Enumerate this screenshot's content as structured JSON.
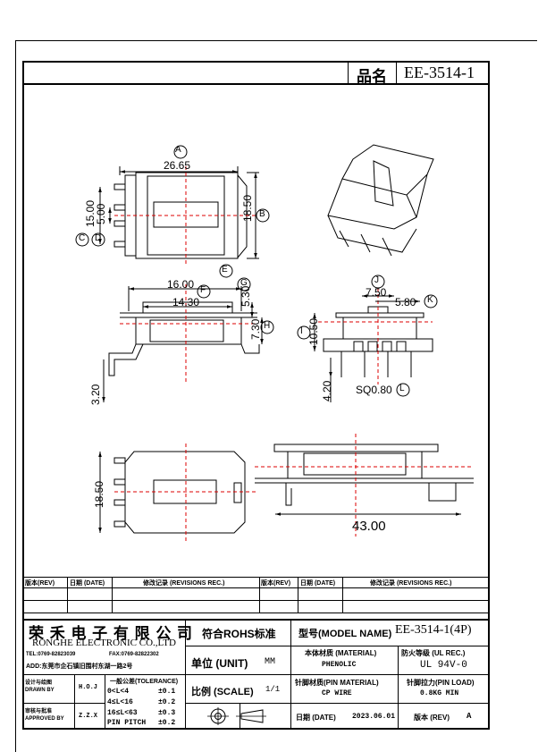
{
  "header": {
    "part_label": "品名",
    "part_number": "EE-3514-1"
  },
  "drawing": {
    "top_view": {
      "label_a": "A",
      "width": "26.65",
      "label_b": "B",
      "height": "18.50",
      "label_c": "C",
      "dim_c": "15.00",
      "label_d": "D",
      "dim_d": "5.00"
    },
    "front_view": {
      "label_e": "E",
      "dim_e": "16.00",
      "label_f": "F",
      "dim_f": "14.30",
      "label_g": "G",
      "dim_g": "5.30",
      "label_h": "H",
      "dim_h": "7.30",
      "dim_pin": "3.20"
    },
    "side_view": {
      "label_j": "J",
      "dim_j": "7.50",
      "label_k": "K",
      "dim_k": "5.80",
      "label_i": "I",
      "dim_i": "10.50",
      "dim_pin": "4.20",
      "pin_sq": "SQ0.80",
      "label_l": "L"
    },
    "bottom_view": {
      "height": "18.50"
    },
    "base_view": {
      "width": "43.00"
    }
  },
  "revisions": {
    "cols": [
      "版本(REV)",
      "日期 (DATE)",
      "修改记录 (REVISIONS REC.)",
      "版本(REV)",
      "日期 (DATE)",
      "修改记录 (REVISIONS REC.)"
    ]
  },
  "title_block": {
    "company_cn": "荣 禾 电 子 有 限 公 司",
    "company_en": "RONGHE ELECTRONIC CO.,LTD",
    "tel": "TEL:0769-82823039",
    "fax": "FAX:0769-82822302",
    "address": "ADD:东莞市企石镇旧围村东湖一路2号",
    "rohs": "符合ROHS标准",
    "model_label": "型号(MODEL NAME)",
    "model_value": "EE-3514-1(4P)",
    "unit_label": "单位 (UNIT)",
    "unit_value": "MM",
    "material_label": "本体材质 (MATERIAL)",
    "material_value": "PHENOLIC",
    "fire_label": "防火等级 (UL REC.)",
    "fire_value": "UL 94V-0",
    "drawn_label_cn": "设计与绘图",
    "drawn_label_en": "DRAWN BY",
    "drawn_by": "H.O.J",
    "approved_label_cn": "审核与批准",
    "approved_label_en": "APPROVED BY",
    "approved_by": "Z.Z.X",
    "tol_title": "一般公差(TOLERANCE)",
    "tol_rows": [
      {
        "range": "0<L<4",
        "value": "±0.1"
      },
      {
        "range": "4≤L<16",
        "value": "±0.2"
      },
      {
        "range": "16≤L<63",
        "value": "±0.3"
      },
      {
        "range": "PIN PITCH",
        "value": "±0.2"
      }
    ],
    "scale_label": "比例 (SCALE)",
    "scale_value": "1/1",
    "pin_mat_label": "针脚材质(PIN MATERIAL)",
    "pin_mat_value": "CP WIRE",
    "pin_load_label": "针脚拉力(PIN LOAD)",
    "pin_load_value": "0.8KG MIN",
    "date_label": "日期 (DATE)",
    "date_value": "2023.06.01",
    "rev_label": "版本 (REV)",
    "rev_value": "A"
  }
}
